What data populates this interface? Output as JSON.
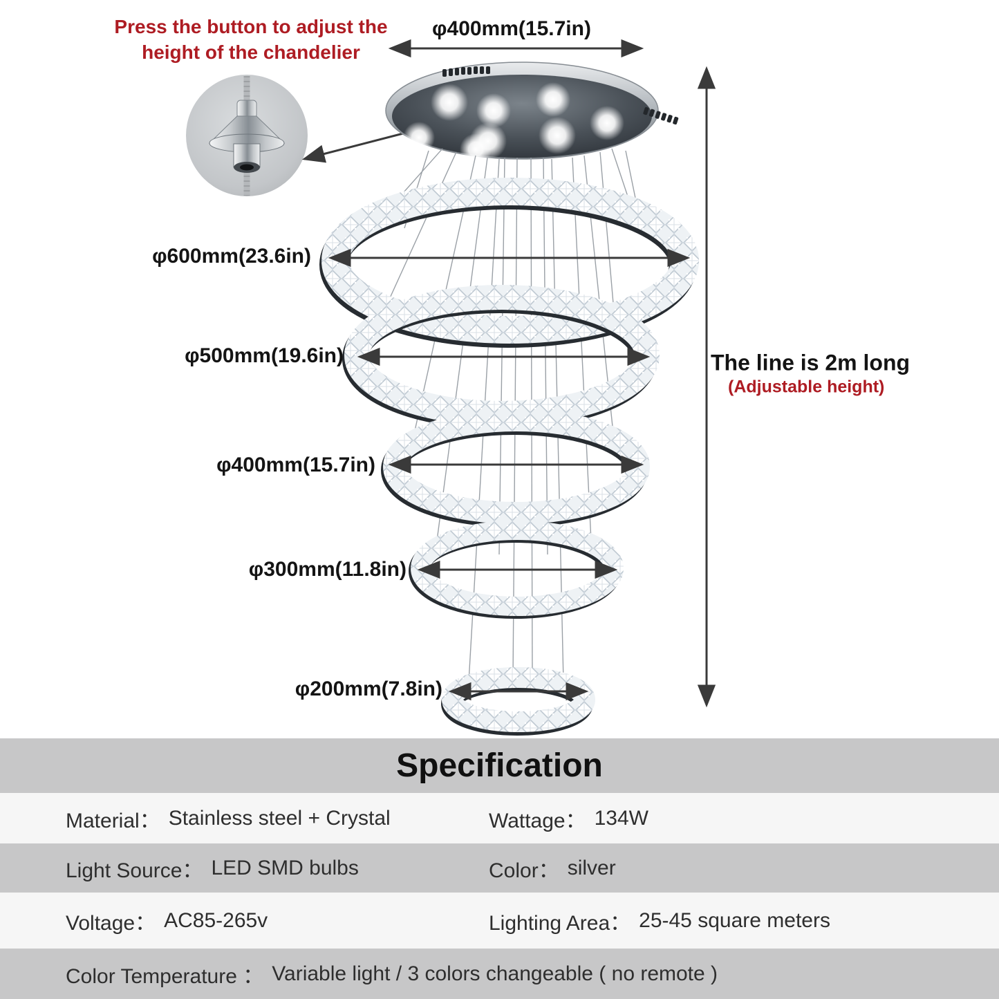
{
  "colors": {
    "accent_red": "#ae1c23",
    "arrow_dark": "#3a3a3a",
    "table_gray": "#c7c7c8",
    "table_light_row": "#f6f6f6"
  },
  "annotations": {
    "press_note_line1": "Press the button to adjust the",
    "press_note_line2": "height of the chandelier",
    "line_length": "The line is 2m long",
    "line_length_sub": "(Adjustable height)"
  },
  "dimensions": {
    "canopy": "φ400mm(15.7in)",
    "ring_600": "φ600mm(23.6in)",
    "ring_500": "φ500mm(19.6in)",
    "ring_400": "φ400mm(15.7in)",
    "ring_300": "φ300mm(11.8in)",
    "ring_200": "φ200mm(7.8in)"
  },
  "spec": {
    "title": "Specification",
    "rows": [
      {
        "cells": [
          {
            "label": "Material：",
            "value": "Stainless steel + Crystal"
          },
          {
            "label": "Wattage：",
            "value": "134W"
          }
        ]
      },
      {
        "cells": [
          {
            "label": "Light Source：",
            "value": "LED SMD bulbs"
          },
          {
            "label": "Color：",
            "value": "silver"
          }
        ]
      },
      {
        "cells": [
          {
            "label": "Voltage：",
            "value": "AC85-265v"
          },
          {
            "label": "Lighting Area：",
            "value": "25-45 square meters"
          }
        ]
      },
      {
        "cells": [
          {
            "label": "Color Temperature ：",
            "value": "Variable light / 3 colors changeable ( no remote )"
          }
        ]
      }
    ]
  }
}
